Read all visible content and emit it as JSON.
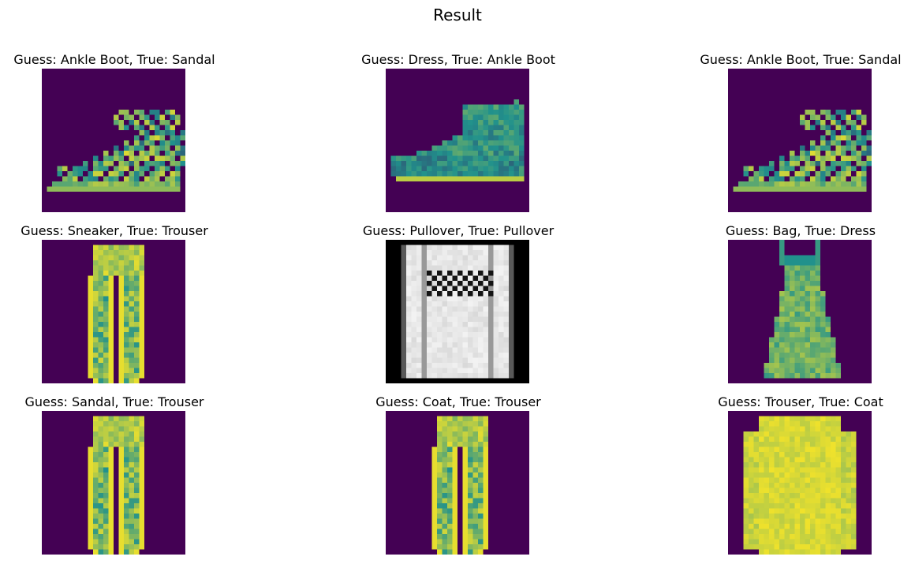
{
  "figure": {
    "title": "Result"
  },
  "colors": {
    "viridis_low": "#440154",
    "viridis_mid": "#21918c",
    "viridis_high": "#fde725",
    "gray_low": "#000000",
    "gray_high": "#ffffff"
  },
  "panels": [
    {
      "title": "Guess: Ankle Boot, True: Sandal",
      "image": "sandal",
      "cmap": "viridis"
    },
    {
      "title": "Guess: Dress, True: Ankle Boot",
      "image": "ankle-boot",
      "cmap": "viridis"
    },
    {
      "title": "Guess: Ankle Boot, True: Sandal",
      "image": "sandal",
      "cmap": "viridis"
    },
    {
      "title": "Guess: Sneaker, True: Trouser",
      "image": "trouser",
      "cmap": "viridis"
    },
    {
      "title": "Guess: Pullover, True: Pullover",
      "image": "pullover",
      "cmap": "gray"
    },
    {
      "title": "Guess: Bag, True: Dress",
      "image": "dress",
      "cmap": "viridis"
    },
    {
      "title": "Guess: Sandal, True: Trouser",
      "image": "trouser",
      "cmap": "viridis"
    },
    {
      "title": "Guess: Coat, True: Trouser",
      "image": "trouser",
      "cmap": "viridis"
    },
    {
      "title": "Guess: Trouser, True: Coat",
      "image": "coat",
      "cmap": "viridis"
    }
  ]
}
